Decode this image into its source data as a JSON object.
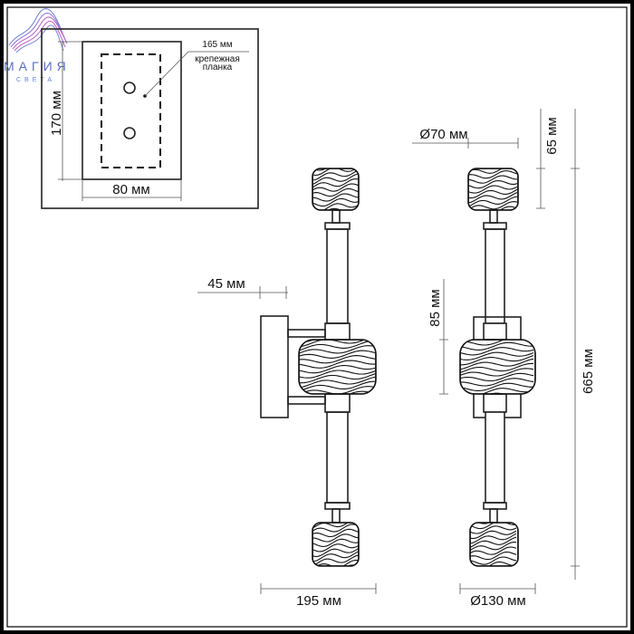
{
  "logo": {
    "main": "МАГИЯ",
    "sub": "СВЕТА"
  },
  "mounting_plate": {
    "height_label": "170 мм",
    "width_label": "80 мм",
    "plate_label": "165 мм",
    "plate_caption_line1": "крепежная",
    "plate_caption_line2": "планка"
  },
  "dimensions": {
    "wall_offset": "45 мм",
    "shade_diameter_small": "Ø70 мм",
    "shade_height": "65 мм",
    "center_shade_height": "85 мм",
    "total_height": "665 мм",
    "depth": "195 мм",
    "shade_diameter_large": "Ø130 мм"
  },
  "colors": {
    "line": "#222222",
    "logo": "#5a6fc4",
    "logo_accent": "#c060c0"
  }
}
